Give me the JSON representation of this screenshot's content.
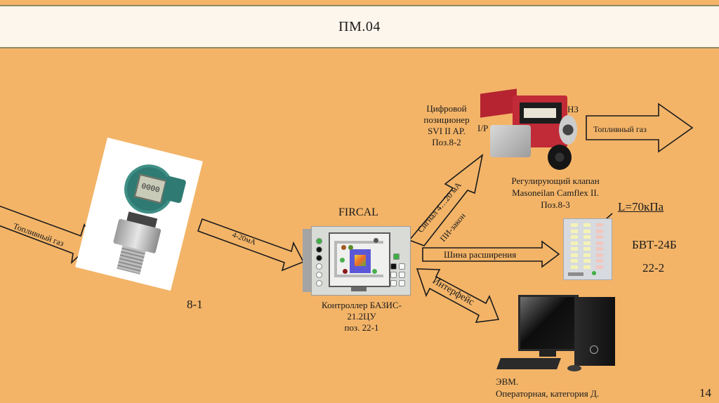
{
  "header": {
    "title": "ПМ.04"
  },
  "slide_number": "14",
  "transmitter": {
    "lcd_value": "0000",
    "position_label": "8-1"
  },
  "arrows": {
    "fuel_gas_in": "Топливный газ",
    "signal_to_controller": "4-20мА",
    "signal_to_valve_line1": "Сигнал 4…20 мА",
    "signal_to_valve_line2": "ПИ-закон",
    "fuel_gas_out": "Топливный газ",
    "expansion_bus": "Шина расширения",
    "interface": "Интерфейс"
  },
  "controller": {
    "brand": "FIRCAL",
    "caption_line1": "Контроллер БАЗИС-",
    "caption_line2": "21.2ЦУ",
    "caption_line3": "поз. 22-1"
  },
  "positioner": {
    "line1": "Цифровой",
    "line2": "позиционер",
    "line3": "SVI II AP.",
    "line4": "Поз.8-2",
    "ip_label": "I/P"
  },
  "valve": {
    "state_label": "НЗ",
    "caption_line1": "Регулирующий клапан",
    "caption_line2": "Masoneilan Camflex II.",
    "caption_line3": "Поз.8-3"
  },
  "bvt": {
    "setpoint_label": "L=70кПа",
    "name": "БВТ-24Б",
    "position": "22-2"
  },
  "computer": {
    "caption_line1": "ЭВМ.",
    "caption_line2": "Операторная, категория Д."
  },
  "colors": {
    "background": "#f3b468",
    "header_bg": "#fcf6ec",
    "header_rule": "#8f8a62",
    "arrow_stroke": "#1a1a1a"
  }
}
